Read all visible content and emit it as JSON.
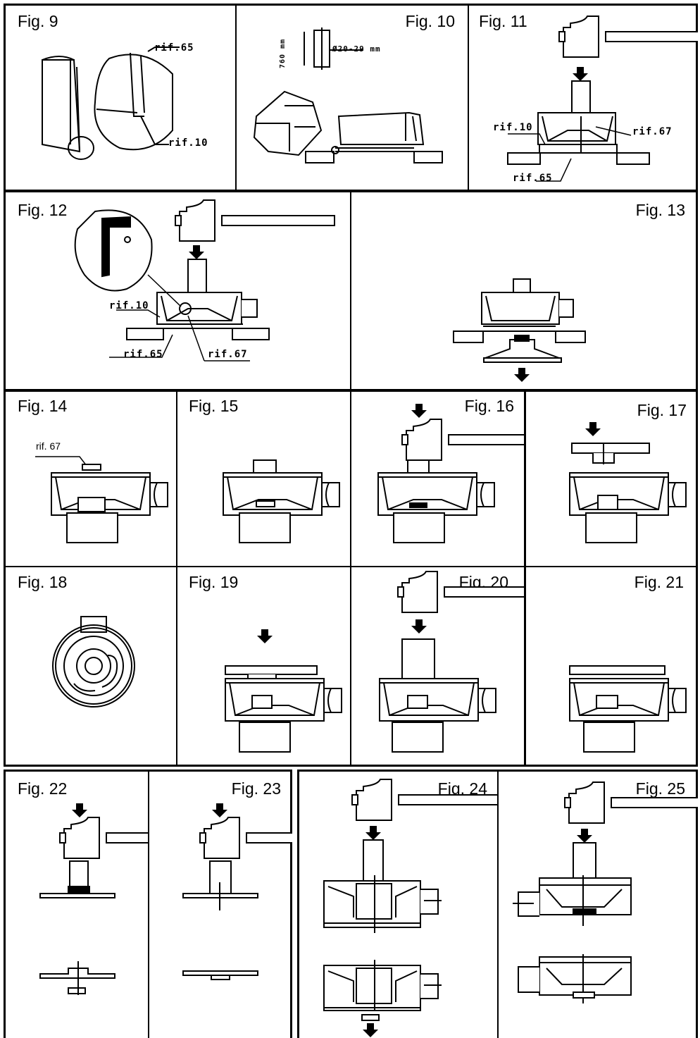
{
  "figures": {
    "fig9": {
      "label": "Fig. 9",
      "refs": [
        "rif.65",
        "rif.10"
      ]
    },
    "fig10": {
      "label": "Fig. 10",
      "dims": [
        "760 mm",
        "Ø20-29 mm"
      ]
    },
    "fig11": {
      "label": "Fig. 11",
      "refs": [
        "rif.10",
        "rif.67",
        "rif.65"
      ]
    },
    "fig12": {
      "label": "Fig. 12",
      "refs": [
        "rif.10",
        "rif.65",
        "rif.67"
      ]
    },
    "fig13": {
      "label": "Fig. 13"
    },
    "fig14": {
      "label": "Fig. 14",
      "refs": [
        "rif. 67"
      ]
    },
    "fig15": {
      "label": "Fig. 15"
    },
    "fig16": {
      "label": "Fig. 16"
    },
    "fig17": {
      "label": "Fig. 17"
    },
    "fig18": {
      "label": "Fig. 18"
    },
    "fig19": {
      "label": "Fig. 19"
    },
    "fig20": {
      "label": "Fig. 20"
    },
    "fig21": {
      "label": "Fig. 21"
    },
    "fig22": {
      "label": "Fig. 22"
    },
    "fig23": {
      "label": "Fig. 23"
    },
    "fig24": {
      "label": "Fig. 24"
    },
    "fig25": {
      "label": "Fig. 25"
    }
  }
}
